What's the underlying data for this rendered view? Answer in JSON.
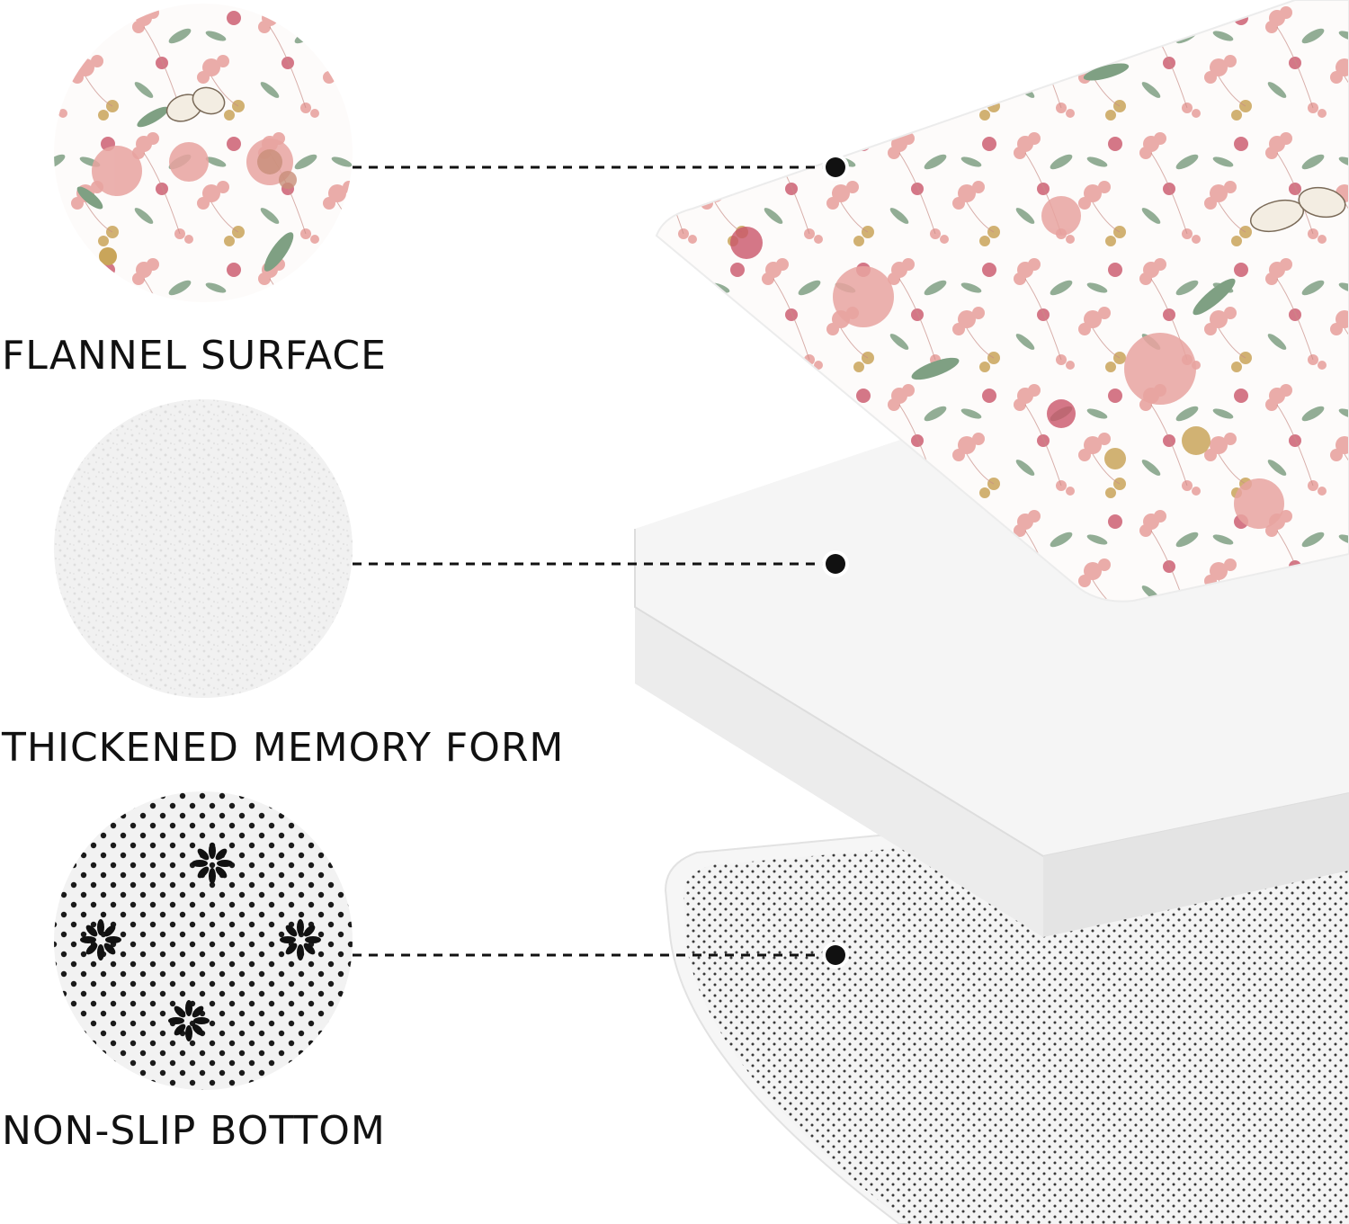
{
  "layers": [
    {
      "label": "FLANNEL SURFACE"
    },
    {
      "label": "THICKENED MEMORY FORM"
    },
    {
      "label": "NON-SLIP BOTTOM"
    }
  ],
  "colors": {
    "text": "#111111",
    "petal_pink": "#e8a3a0",
    "petal_rose": "#c9566a",
    "leaf_green": "#7fa083",
    "petal_ochre": "#c9a55a",
    "foam_white": "#f4f4f4",
    "dot_black": "#1a1a1a"
  }
}
